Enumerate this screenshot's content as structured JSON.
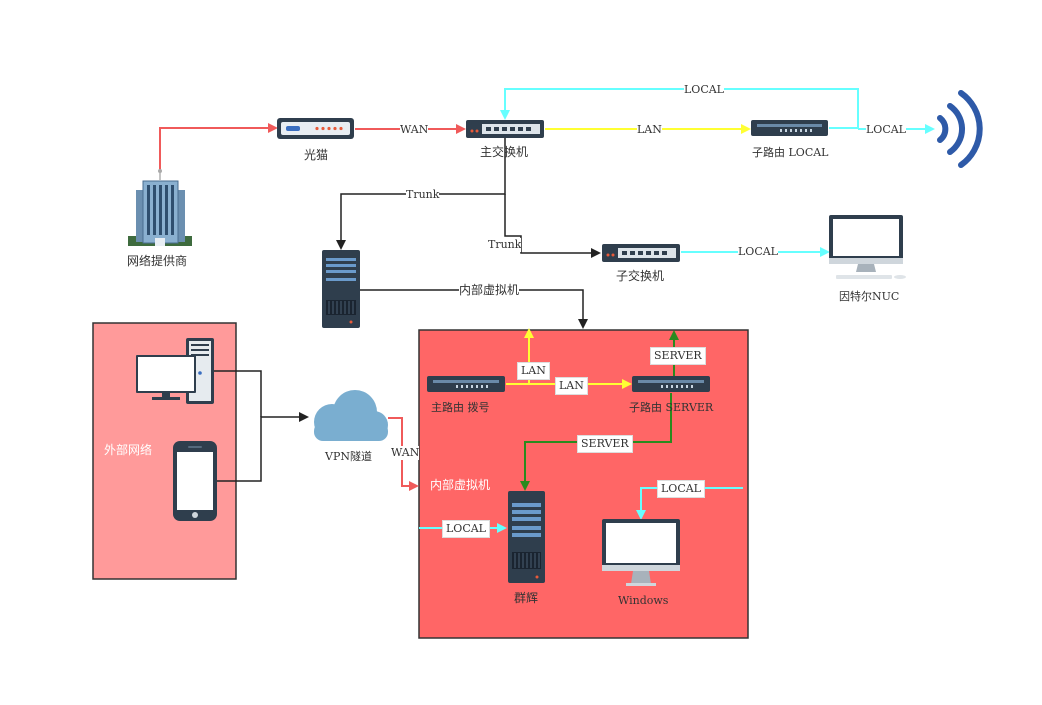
{
  "colors": {
    "red_line": "#f05a5a",
    "yellow_line": "#ffff33",
    "cyan_line": "#66ffff",
    "green_line": "#2a8a1e",
    "black_line": "#222222",
    "external_box": "#ff9a9a",
    "internal_box": "#ff6666",
    "device_dark": "#2f3e4d",
    "cloud": "#7aaed0",
    "wifi": "#2e5aa8"
  },
  "nodes": {
    "isp": {
      "label": "网络提供商",
      "icon": "building-icon"
    },
    "modem": {
      "label": "光猫",
      "icon": "modem-icon"
    },
    "main_switch": {
      "label": "主交换机",
      "icon": "switch-icon"
    },
    "sub_router_local": {
      "label": "子路由 LOCAL",
      "icon": "router-icon"
    },
    "wifi": {
      "label": "",
      "icon": "wifi-icon"
    },
    "server_top": {
      "label": "",
      "icon": "server-icon"
    },
    "sub_switch": {
      "label": "子交换机",
      "icon": "switch-icon"
    },
    "nuc": {
      "label": "因特尔NUC",
      "icon": "imac-icon"
    },
    "main_router": {
      "label": "主路由 拨号",
      "icon": "router-icon"
    },
    "sub_router_server": {
      "label": "子路由 SERVER",
      "icon": "router-icon"
    },
    "nas": {
      "label": "群辉",
      "icon": "server-icon"
    },
    "windows": {
      "label": "Windows",
      "icon": "monitor-icon"
    },
    "vpn": {
      "label": "VPN隧道",
      "icon": "cloud-icon"
    },
    "ext_pc": {
      "label": "",
      "icon": "desktop-pc-icon"
    },
    "ext_phone": {
      "label": "",
      "icon": "phone-icon"
    }
  },
  "groups": {
    "external": {
      "label": "外部网络"
    },
    "internal": {
      "label": "内部虚拟机"
    }
  },
  "edges": {
    "wan1": "WAN",
    "lan_top": "LAN",
    "local_loop": "LOCAL",
    "local_wifi": "LOCAL",
    "trunk1": "Trunk",
    "trunk2": "Trunk",
    "local_nuc": "LOCAL",
    "internal_vm": "内部虚拟机",
    "lan_up": "LAN",
    "lan_mid": "LAN",
    "server_up": "SERVER",
    "server_down": "SERVER",
    "wan_vpn": "WAN",
    "local_nas": "LOCAL",
    "local_win": "LOCAL"
  }
}
